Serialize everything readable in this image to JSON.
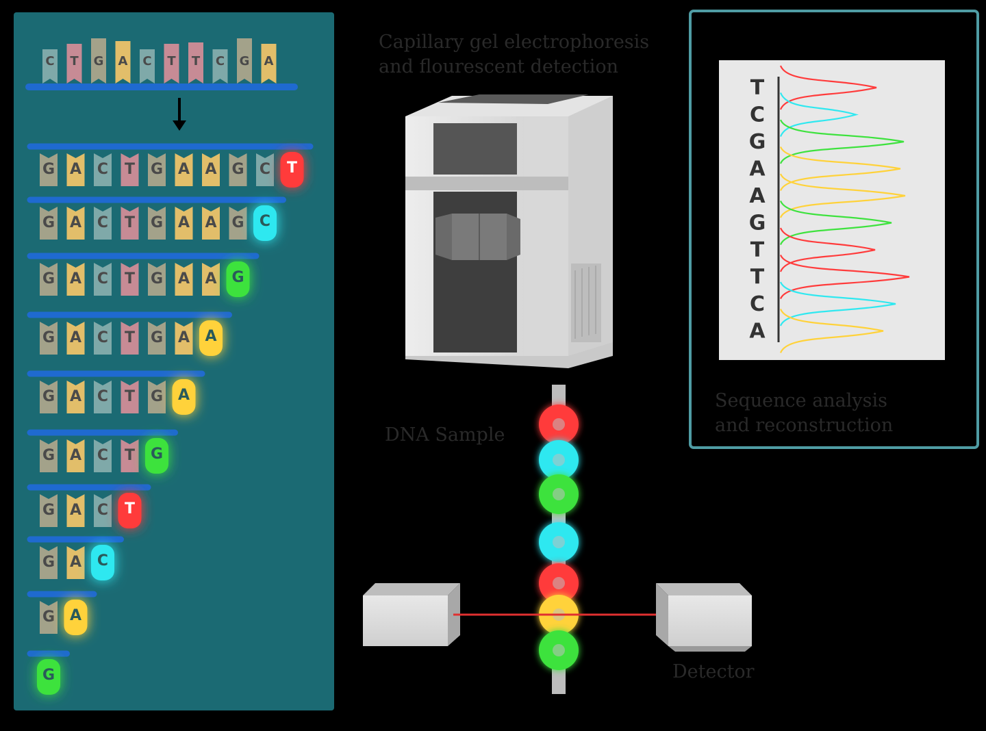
{
  "colors": {
    "panel_bg": "#1b6a73",
    "panel_border": "#4f9ca4",
    "strand_bar": "#1f6ad0",
    "G": "#a3a28a",
    "A": "#e2be6a",
    "C": "#7fa9a9",
    "T": "#c78b95",
    "dye_T": "#ff3b3b",
    "dye_C": "#2fe8f0",
    "dye_G": "#3ee23e",
    "dye_A": "#ffd23a",
    "chromatogram_bg": "#e8e8e8",
    "laser": "#e03030"
  },
  "template_strand": {
    "bases": [
      "C",
      "T",
      "G",
      "A",
      "C",
      "T",
      "T",
      "C",
      "G",
      "A"
    ]
  },
  "fragments": [
    {
      "bases": [
        "G",
        "A",
        "C",
        "T",
        "G",
        "A",
        "A",
        "G",
        "C",
        "T"
      ]
    },
    {
      "bases": [
        "G",
        "A",
        "C",
        "T",
        "G",
        "A",
        "A",
        "G",
        "C"
      ]
    },
    {
      "bases": [
        "G",
        "A",
        "C",
        "T",
        "G",
        "A",
        "A",
        "G"
      ]
    },
    {
      "bases": [
        "G",
        "A",
        "C",
        "T",
        "G",
        "A",
        "A"
      ]
    },
    {
      "bases": [
        "G",
        "A",
        "C",
        "T",
        "G",
        "A"
      ]
    },
    {
      "bases": [
        "G",
        "A",
        "C",
        "T",
        "G"
      ]
    },
    {
      "bases": [
        "G",
        "A",
        "C",
        "T"
      ]
    },
    {
      "bases": [
        "G",
        "A",
        "C"
      ]
    },
    {
      "bases": [
        "G",
        "A"
      ]
    },
    {
      "bases": [
        "G"
      ]
    }
  ],
  "labels": {
    "electrophoresis_line1": "Capillary gel electrophoresis",
    "electrophoresis_line2": "and flourescent detection",
    "dna_sample": "DNA Sample",
    "detector": "Detector",
    "analysis_line1": "Sequence analysis",
    "analysis_line2": "and reconstruction"
  },
  "chromatogram": {
    "letters": [
      "T",
      "C",
      "G",
      "A",
      "A",
      "G",
      "T",
      "T",
      "C",
      "A"
    ]
  },
  "capillary_dots": [
    "T",
    "C",
    "G",
    "C",
    "T",
    "A",
    "G"
  ]
}
